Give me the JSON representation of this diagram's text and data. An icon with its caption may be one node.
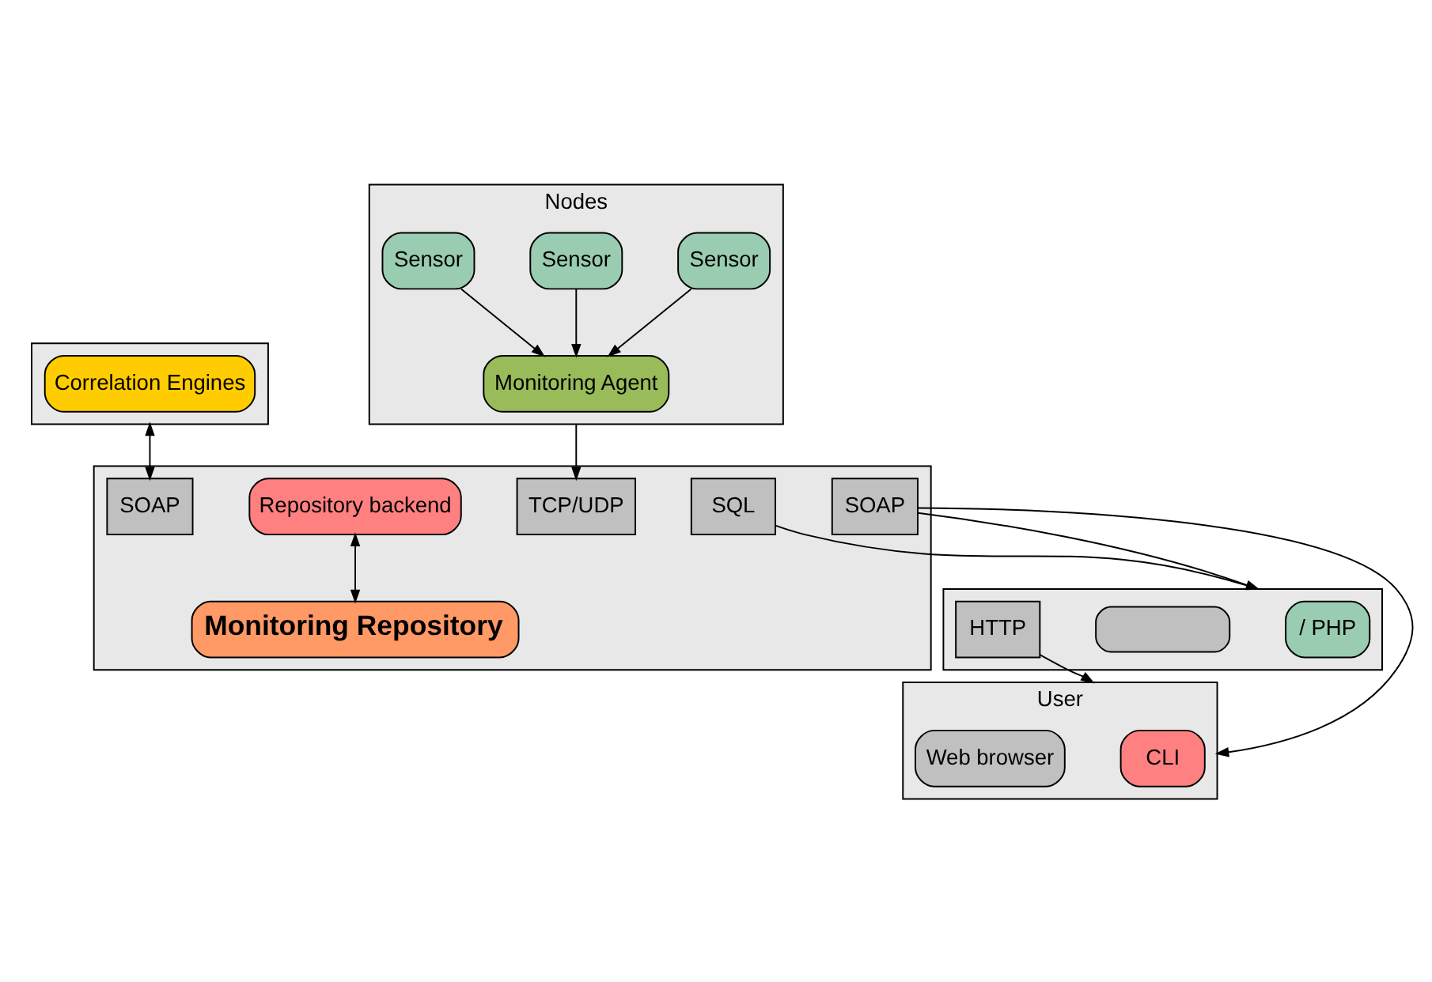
{
  "diagram": {
    "nodes": [
      {
        "text": [],
        "shape": "box"
      },
      {
        "text": [
          "Correlation Engines"
        ],
        "in": 0
      },
      {
        "text": [],
        "shape": "box"
      },
      {
        "text": [
          "Repository backend"
        ],
        "in": 2
      },
      {
        "text": [
          "Monitoring Repository"
        ],
        "in": 2
      },
      {
        "text": [
          "SQL"
        ],
        "in": 2
      },
      {
        "text": [
          "SOAP"
        ],
        "in": 2
      },
      {
        "text": [
          "SOAP"
        ],
        "in": 2
      },
      {
        "text": [
          "TCP/UDP"
        ],
        "in": 2
      },
      {
        "text": [],
        "shape": "box"
      },
      {
        "text": [
          "/ PHP"
        ],
        "in": 9
      },
      {
        "text": [],
        "shape": "box",
        "in": 9
      },
      {
        "text": [
          "HTTP"
        ],
        "in": 9
      },
      {
        "text": [
          "Nodes"
        ]
      },
      {
        "text": [
          "Monitoring Agent"
        ],
        "in": 13
      },
      {
        "text": [
          "Sensor"
        ],
        "in": 13
      },
      {
        "text": [
          "Sensor"
        ],
        "in": 13
      },
      {
        "text": [
          "Sensor"
        ],
        "in": 13
      },
      {
        "text": [
          "User"
        ]
      },
      {
        "text": [
          "CLI"
        ],
        "in": 18
      },
      {
        "text": [
          "Web browser"
        ],
        "in": 18
      }
    ],
    "edges": [
      {
        "from": 0,
        "to": 6,
        "arrow": "both"
      },
      {
        "from": 3,
        "to": 4,
        "arrow": "both"
      },
      {
        "from": 5,
        "to": 9,
        "arrow": "to"
      },
      {
        "from": 7,
        "to": 9,
        "arrow": "to"
      },
      {
        "from": 7,
        "to": 18,
        "arrow": "to"
      },
      {
        "from": 12,
        "to": 18,
        "arrow": "to"
      },
      {
        "from": 13,
        "to": 8,
        "arrow": "to"
      },
      {
        "from": 15,
        "to": 14,
        "arrow": "to"
      },
      {
        "from": 16,
        "to": 14,
        "arrow": "to"
      },
      {
        "from": 17,
        "to": 14,
        "arrow": "to"
      }
    ]
  }
}
